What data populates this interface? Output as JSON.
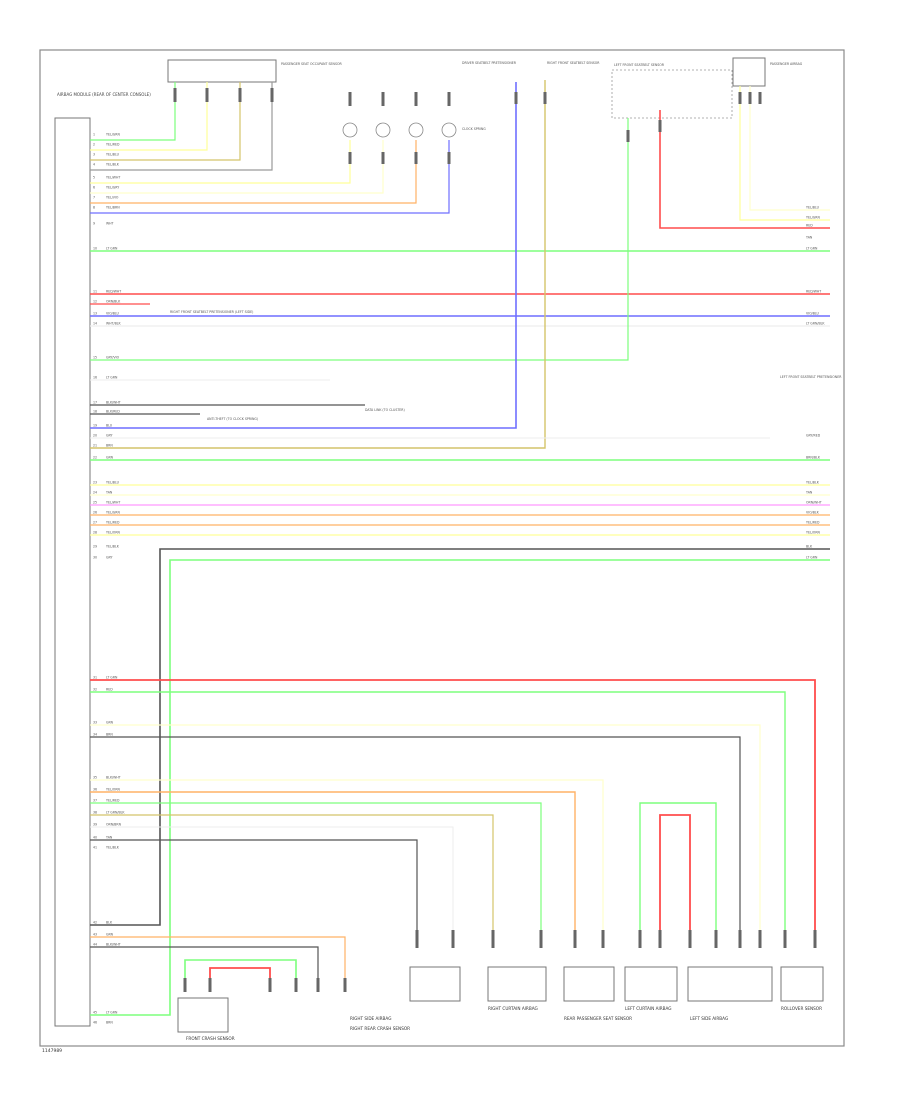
{
  "footer_code": "1147989",
  "colors": {
    "frame": "#777777",
    "red": "#ff4d4d",
    "green": "#7dff7d",
    "blue": "#6f6fff",
    "yellow": "#ffff99",
    "lightyellow": "#ffffcc",
    "orange": "#ffb266",
    "grey": "#9a9a9a",
    "darkgrey": "#555555",
    "pink": "#ff99ff",
    "olive": "#d4c46a",
    "white": "#eeeeee"
  },
  "control_module": {
    "label": "AIRBAG MODULE (REAR OF CENTER CONSOLE)"
  },
  "top_components": [
    {
      "name": "passenger-seat-occupant-sensor",
      "label": "PASSENGER SEAT OCCUPANT SENSOR"
    },
    {
      "name": "driver-seatbelt-pretensioner",
      "label": "DRIVER SEATBELT PRETENSIONER"
    },
    {
      "name": "steering-column-clock-spring",
      "label": "CLOCK SPRING"
    },
    {
      "name": "right-front-seatbelt-sensor",
      "label": "RIGHT FRONT SEATBELT SENSOR"
    },
    {
      "name": "left-front-seatbelt-sensor",
      "label": "LEFT FRONT SEATBELT SENSOR"
    },
    {
      "name": "passenger-airbag",
      "label": "PASSENGER AIRBAG"
    }
  ],
  "left_wires": [
    "YEL/GRN",
    "YEL/RED",
    "YEL/BLU",
    "YEL/BLK",
    "YEL/WHT",
    "YEL/GRY",
    "YEL/VIO",
    "YEL/BRN",
    "WHT",
    "LT GRN",
    "RED/WHT",
    "ORN/BLK",
    "VIO/BLU",
    "WHT/BLK",
    "GRY/VIO",
    "LT GRN",
    "BLK/WHT",
    "BLK/RED",
    "BLU",
    "GRY",
    "BRN",
    "GRN",
    "YEL/BLU",
    "TAN",
    "YEL/WHT",
    "YEL/GRN",
    "YEL/RED",
    "YEL/ORN",
    "YEL/BLK",
    "GRY",
    "LT GRN",
    "RED",
    "GRN",
    "BRN",
    "BLK/WHT",
    "YEL/ORN",
    "YEL/RED",
    "LT GRN/BLK",
    "ORN/BRN",
    "TAN",
    "YEL/BLK",
    "BLK",
    "GRN",
    "BLK/WHT",
    "LT GRN",
    "BRN"
  ],
  "right_wires": [
    "YEL/BLU",
    "YEL/GRN",
    "RED",
    "TAN",
    "LT GRN",
    "RED/WHT",
    "VIO/BLU",
    "LT GRN/BLK",
    "GRY/RED",
    "BRN/BLK",
    "YEL/BLK",
    "TAN",
    "ORN/WHT",
    "VIO/BLK",
    "YEL/RED",
    "YEL/ORN",
    "BLK",
    "LT GRN"
  ],
  "inline_notes": [
    "DATA LINK (TO CLUSTER)",
    "ANTI-THEFT (TO CLOCK SPRING)",
    "RIGHT FRONT SEATBELT PRETENSIONER (LEFT SIDE)",
    "LEFT FRONT SEATBELT PRETENSIONER"
  ],
  "bottom_components": [
    {
      "name": "front-crash-sensor",
      "label": "FRONT CRASH SENSOR"
    },
    {
      "name": "right-side-airbag",
      "label": "RIGHT SIDE AIRBAG"
    },
    {
      "name": "right-rear-crash-sensor",
      "label": "RIGHT REAR CRASH SENSOR"
    },
    {
      "name": "right-curtain-airbag",
      "label": "RIGHT CURTAIN AIRBAG"
    },
    {
      "name": "rear-passenger-seat-sensor",
      "label": "REAR PASSENGER SEAT SENSOR"
    },
    {
      "name": "left-curtain-airbag",
      "label": "LEFT CURTAIN AIRBAG"
    },
    {
      "name": "left-side-airbag",
      "label": "LEFT SIDE AIRBAG"
    },
    {
      "name": "rollover-sensor",
      "label": "ROLLOVER SENSOR"
    }
  ]
}
